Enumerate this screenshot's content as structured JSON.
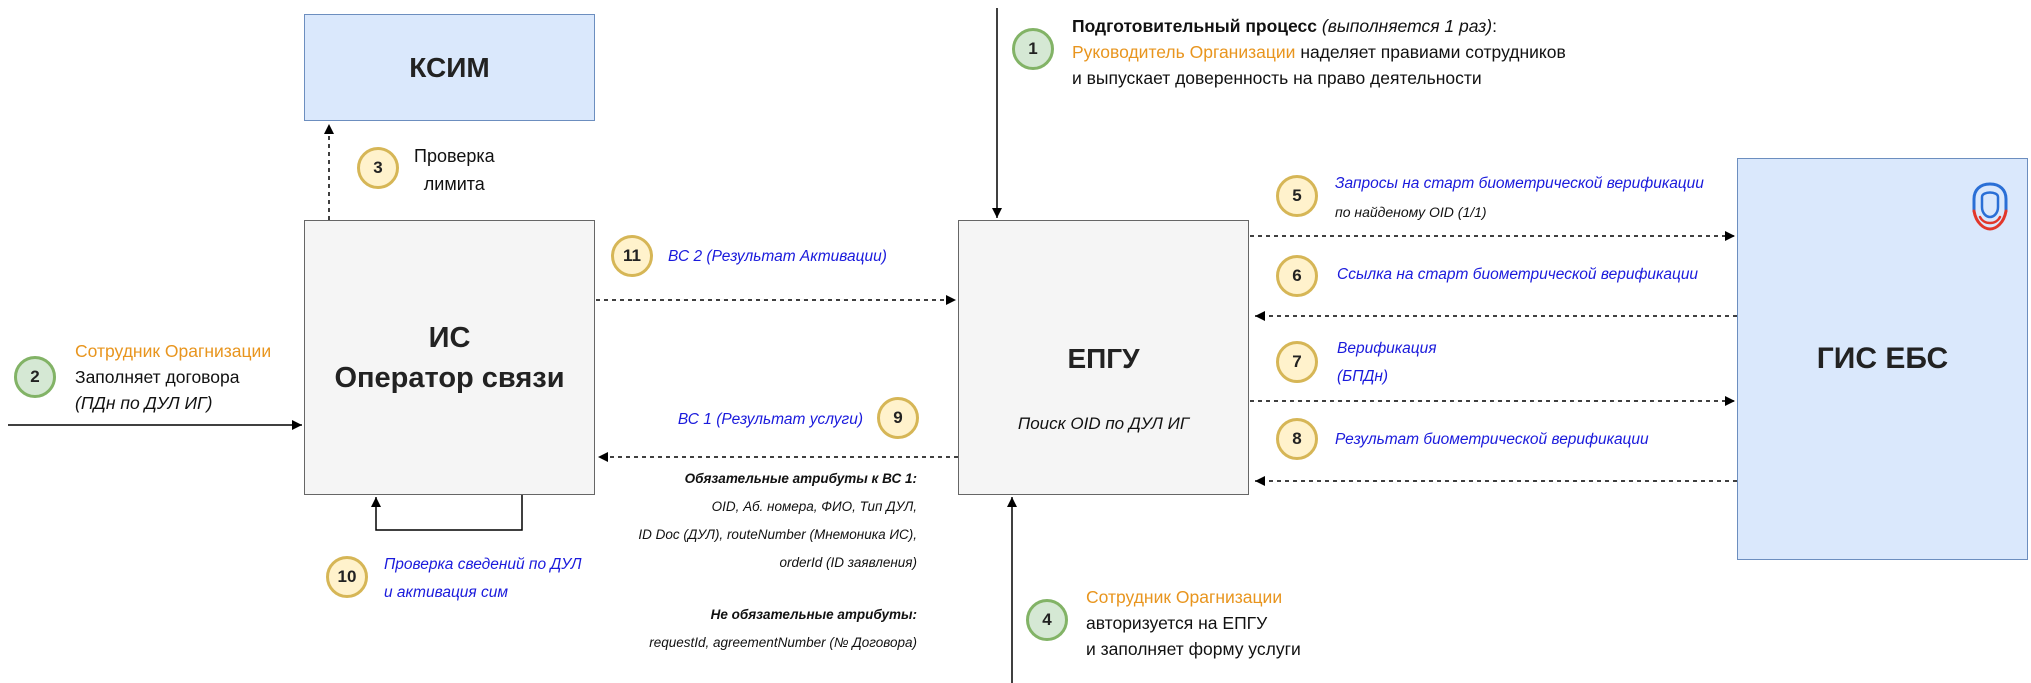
{
  "boxes": {
    "ksim": "КСИМ",
    "is_line1": "ИС",
    "is_line2": "Оператор связи",
    "epgu": "ЕПГУ",
    "epgu_sub": "Поиск OID по ДУЛ ИГ",
    "gis": "ГИС ЕБС"
  },
  "steps": {
    "s1": {
      "num": "1",
      "bold": "Подготовительный процесс",
      "italic": "(выполняется 1 раз)",
      "colon": ":",
      "orange": "Руководитель Организации",
      "rest1": "наделяет правиами сотрудников",
      "line3": "и выпускает доверенность на право деятельности"
    },
    "s2": {
      "num": "2",
      "orange": "Сотрудник Орагнизации",
      "line2": "Заполняет договора",
      "line3": "(ПДн по ДУЛ ИГ)"
    },
    "s3": {
      "num": "3",
      "line1": "Проверка",
      "line2": "лимита"
    },
    "s4": {
      "num": "4",
      "orange": "Сотрудник Орагнизации",
      "line2": "авторизуется на ЕПГУ",
      "line3": "и заполняет форму услуги"
    },
    "s5": {
      "num": "5",
      "line1": "Запросы на старт биометрической верификации",
      "line2": "по найденому OID (1/1)"
    },
    "s6": {
      "num": "6",
      "line1": "Ссылка на старт биометрической верификации"
    },
    "s7": {
      "num": "7",
      "line1": "Верификация",
      "line2": "(БПДн)"
    },
    "s8": {
      "num": "8",
      "line1": "Результат биометрической верификации"
    },
    "s9": {
      "num": "9",
      "line1": "ВС 1 (Результат услуги)"
    },
    "s10": {
      "num": "10",
      "line1": "Проверка сведений по ДУЛ",
      "line2": "и активация сим"
    },
    "s11": {
      "num": "11",
      "line1": "ВС 2 (Результат Активации)"
    }
  },
  "attributes": {
    "required_title": "Обязательные атрибуты к ВС 1:",
    "required_lines": [
      "OID, Аб. номера, ФИО, Тип ДУЛ,",
      "ID Doc (ДУЛ), routeNumber (Мнемоника ИС),",
      "orderId (ID заявления)"
    ],
    "optional_title": "Не обязательные атрибуты:",
    "optional_lines": [
      "requestId, agreementNumber (№ Договора)"
    ]
  },
  "colors": {
    "accent_orange": "#e8951e",
    "link_blue": "#1a1adc",
    "green_circle": "#82b366",
    "yellow_circle": "#d6b656",
    "box_blue": "#dae8fc"
  },
  "icons": [
    "biometric-face-icon"
  ]
}
